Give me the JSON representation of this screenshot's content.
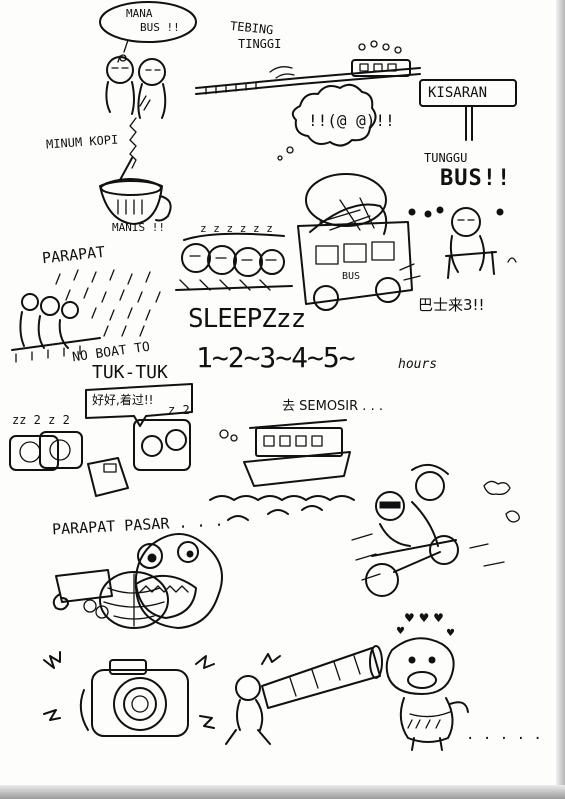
{
  "texts": {
    "mana_bus_1": "MANA",
    "mana_bus_2": "BUS !!",
    "tebing_1": "TEBING",
    "tebing_2": "TINGGI",
    "kisaran": "KISARAN",
    "minum_kopi": "MINUM KOPI",
    "manis": "MANIS !!",
    "tunggu": "TUNGGU",
    "bus_big": "BUS!!",
    "parapat": "PARAPAT",
    "sleep": "SLEEPZzz",
    "chinese_bus": "巴士来3!!",
    "no_boat": "NO BOAT TO",
    "tuk_tuk": "TUK-TUK",
    "hours_seq": "1~2~3~4~5~",
    "hours_word": "hours",
    "semosir": "去 SEMOSIR . . .",
    "bubble_text": "好好,着过!!",
    "parapat_pasar": "PARAPAT PASAR . . .",
    "bus_sign": "BUS",
    "dots_end": ". . . . ."
  }
}
